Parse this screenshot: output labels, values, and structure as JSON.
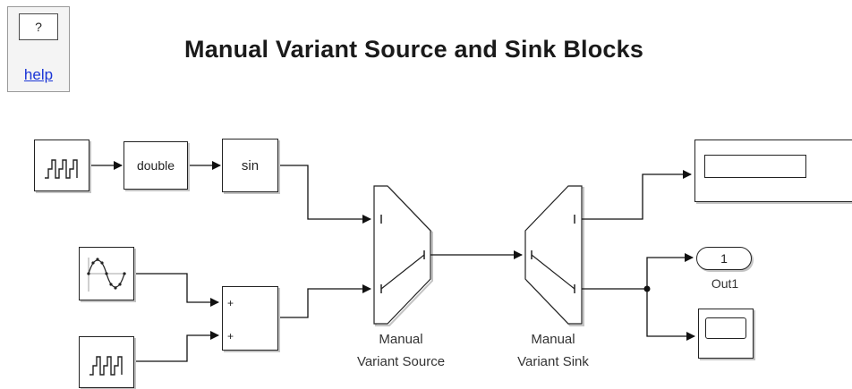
{
  "help": {
    "symbol": "?",
    "link": "help"
  },
  "title": "Manual Variant Source and Sink Blocks",
  "blocks": {
    "convert_label": "double",
    "trig_label": "sin",
    "variant_source_label_1": "Manual",
    "variant_source_label_2": "Variant Source",
    "variant_sink_label_1": "Manual",
    "variant_sink_label_2": "Variant Sink",
    "outport_number": "1",
    "outport_name": "Out1",
    "sum_plus_1": "+",
    "sum_plus_2": "+"
  }
}
